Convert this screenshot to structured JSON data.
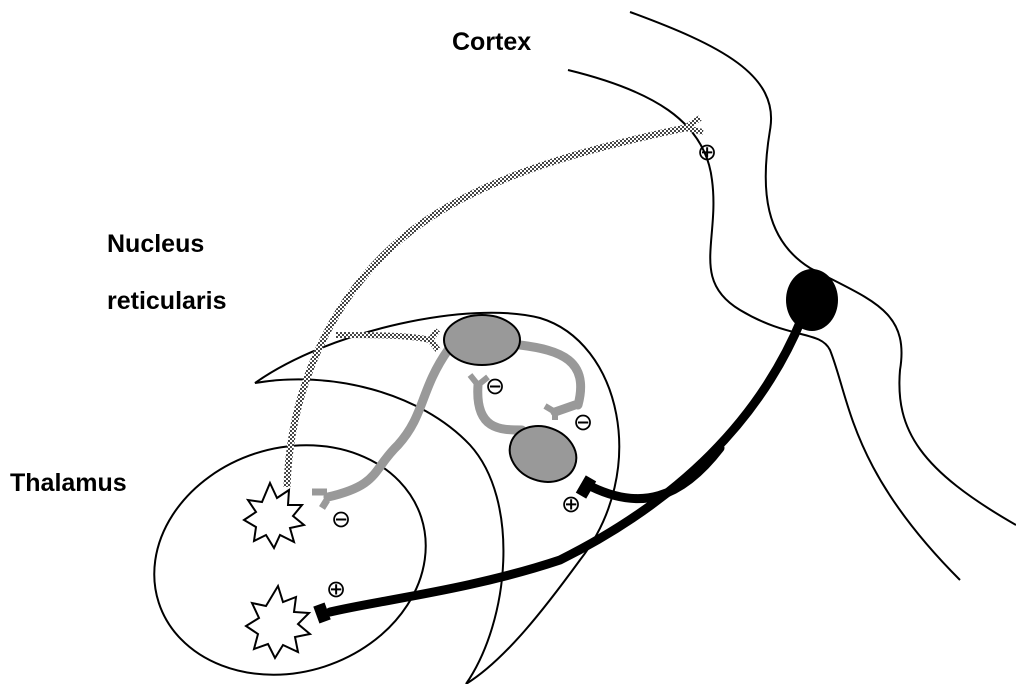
{
  "labels": {
    "cortex": "Cortex",
    "nucleus_line1": "Nucleus",
    "nucleus_line2": "reticularis",
    "thalamus": "Thalamus"
  },
  "signs": {
    "excitatory": "⊕",
    "inhibitory": "⊖"
  },
  "colors": {
    "corticothalamic_axon": "#000000",
    "reticular_neuron": "#999999",
    "thalamocortical_axon": "#555555",
    "outline": "#000000",
    "background": "#ffffff"
  }
}
